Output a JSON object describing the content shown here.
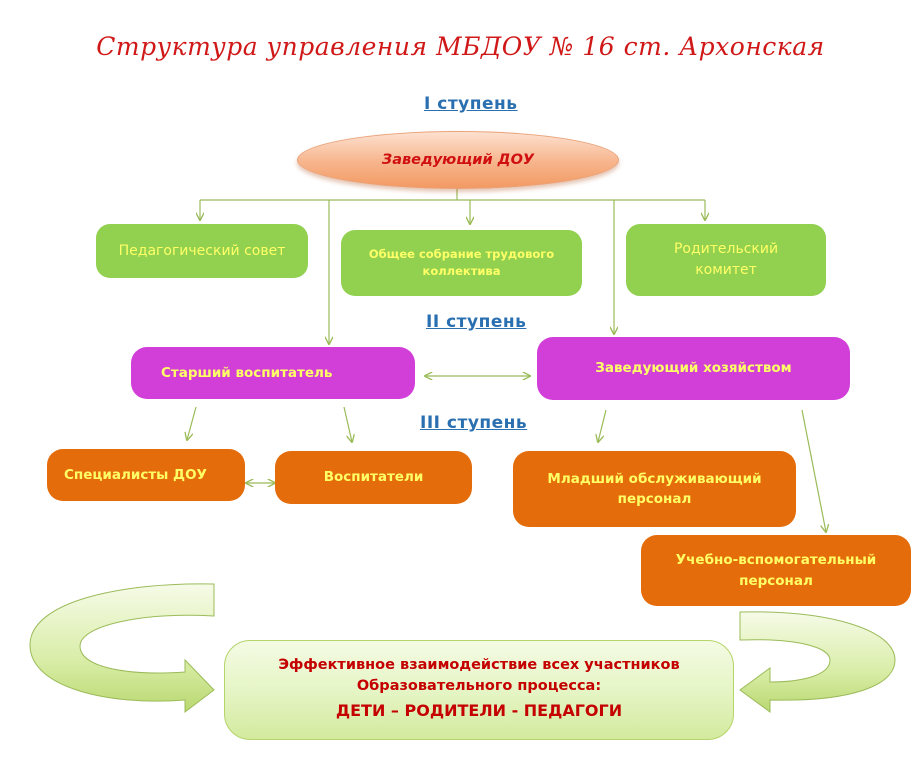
{
  "title": "Структура управления  МБДОУ  № 16 ст. Архонская",
  "levels": {
    "first": "I ступень",
    "second": "II ступень",
    "third": "III ступень"
  },
  "nodes": {
    "head": "Заведующий ДОУ",
    "ped_council": "Педагогический совет",
    "general_meeting_line1": "Общее  собрание   трудового",
    "general_meeting_line2": "коллектива",
    "parent_committee_line1": "Родительский",
    "parent_committee_line2": "комитет",
    "senior_educator": "Старший   воспитатель",
    "supply_manager": "Заведующий хозяйством",
    "specialists": "Специалисты ДОУ",
    "educators": "Воспитатели",
    "junior_staff_line1": "Младший обслуживающий",
    "junior_staff_line2": "персонал",
    "support_staff_line1": "Учебно-вспомогательный",
    "support_staff_line2": "персонал"
  },
  "bottom_box": {
    "line1": "Эффективное   взаимодействие   всех участников",
    "line2": "Образовательного   процесса:",
    "line3": "ДЕТИ – РОДИТЕЛИ - ПЕДАГОГИ"
  },
  "colors": {
    "title": "#d01818",
    "level_text": "#2a6fb0",
    "green_box": "#92d050",
    "purple_box": "#d23fd8",
    "orange_box": "#e46c0a",
    "box_text": "#ffff66",
    "connector": "#9bbb59"
  }
}
